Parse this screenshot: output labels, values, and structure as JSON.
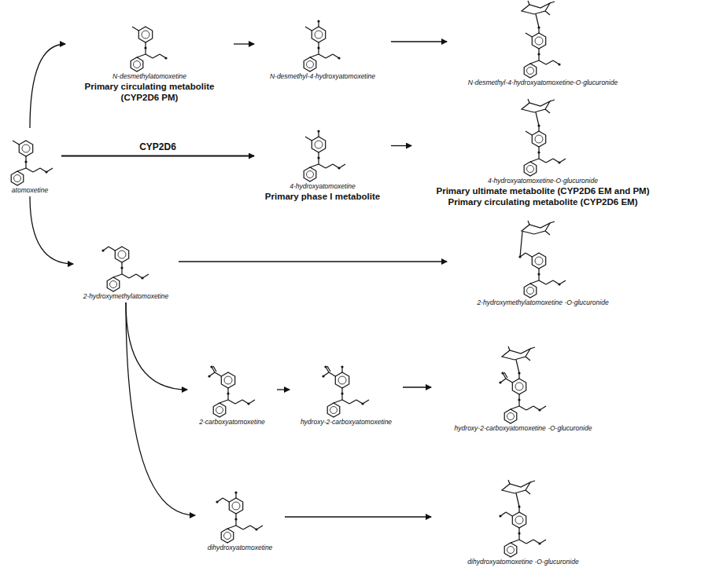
{
  "diagram": {
    "nodes": [
      {
        "text": [
          "N-desmethylatomoxetine",
          "Primary circulating metabolite (CYP2D6 PM)"
        ]
      },
      {
        "text": [
          "N-desmethyl-4-hydroxyatomoxetine"
        ]
      },
      {
        "text": [
          "N-desmethyl-4-hydroxyatomoxetine-O-glucuronide"
        ]
      },
      {
        "text": [
          "atomoxetine"
        ]
      },
      {
        "text": [
          "4-hydroxyatomoxetine",
          "Primary phase I metabolite"
        ]
      },
      {
        "text": [
          "4-hydroxyatomoxetine-O-glucuronide",
          "Primary ultimate metabolite (CYP2D6 EM and PM)",
          "Primary circulating metabolite (CYP2D6 EM)"
        ]
      },
      {
        "text": [
          "2-hydroxymethylatomoxetine"
        ]
      },
      {
        "text": [
          "2-hydroxymethylatomoxetine -O-glucuronide"
        ]
      },
      {
        "text": [
          "2-carboxyatomoxetine"
        ]
      },
      {
        "text": [
          "hydroxy-2-carboxyatomoxetine"
        ]
      },
      {
        "text": [
          "hydroxy-2-carboxyatomoxetine -O-glucuronide"
        ]
      },
      {
        "text": [
          "dihydroxyatomoxetine"
        ]
      },
      {
        "text": [
          "dihydroxyatomoxetine -O-glucuronide"
        ]
      }
    ],
    "edges": [
      {
        "from": 3,
        "to": 0,
        "arrow": "to"
      },
      {
        "from": 0,
        "to": 1,
        "arrow": "to"
      },
      {
        "from": 1,
        "to": 2,
        "arrow": "to"
      },
      {
        "from": 3,
        "to": 4,
        "label": "CYP2D6",
        "arrow": "to"
      },
      {
        "from": 4,
        "to": 5,
        "arrow": "to"
      },
      {
        "from": 3,
        "to": 6,
        "arrow": "to"
      },
      {
        "from": 6,
        "to": 7,
        "arrow": "to"
      },
      {
        "from": 6,
        "to": 8,
        "arrow": "to"
      },
      {
        "from": 8,
        "to": 9,
        "arrow": "to"
      },
      {
        "from": 9,
        "to": 10,
        "arrow": "to"
      },
      {
        "from": 6,
        "to": 11,
        "arrow": "to"
      },
      {
        "from": 11,
        "to": 12,
        "arrow": "to"
      }
    ]
  }
}
